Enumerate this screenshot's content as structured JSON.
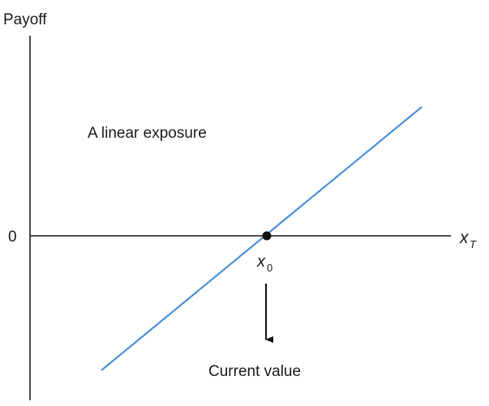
{
  "diagram": {
    "y_axis_label": "Payoff",
    "y_tick_label": "0",
    "x_axis_label": "x",
    "x_axis_label_subscript": "T",
    "annotation": "A linear exposure",
    "point_label": "x",
    "point_label_subscript": "0",
    "pointer_label": "Current value",
    "colors": {
      "payoff_line": "#4a90d9",
      "axes": "#111111",
      "point": "#111111"
    }
  }
}
